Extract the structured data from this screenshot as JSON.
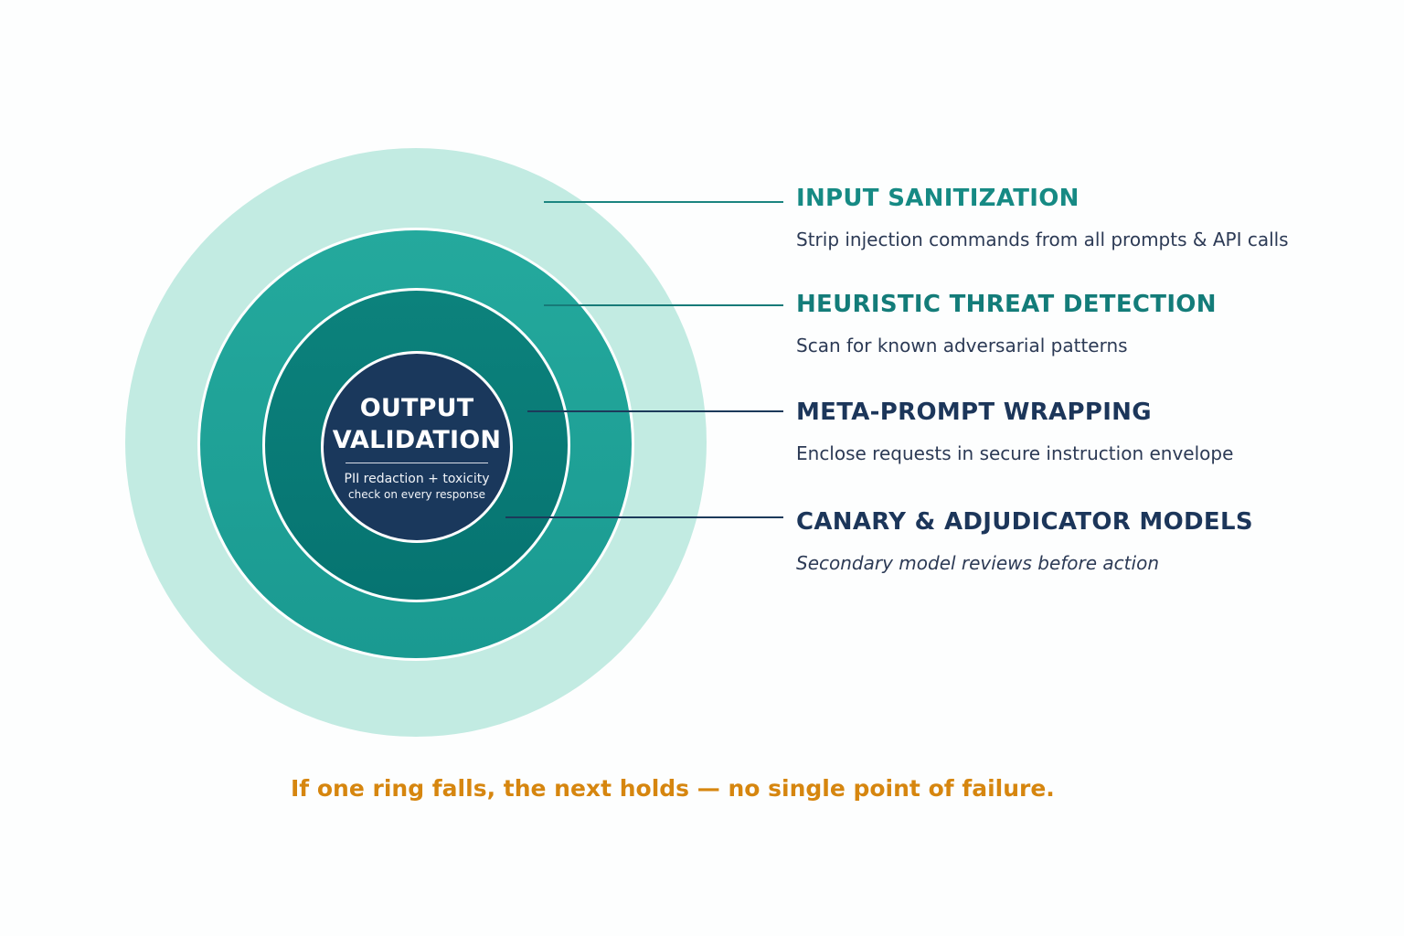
{
  "colors": {
    "background": "#fdfefe",
    "ring_outer": "#c2ebe2",
    "ring_2": "#1fa398",
    "ring_3": "#0a7c77",
    "core": "#1a385c",
    "teal_text": "#168a84",
    "navy_text": "#1c365a",
    "description_text": "#2c3a55",
    "footer_text": "#d6860f"
  },
  "core": {
    "title_line1": "OUTPUT",
    "title_line2": "VALIDATION",
    "desc_line1": "PII redaction + toxicity",
    "desc_line2": "check on every response"
  },
  "layers": [
    {
      "title": "INPUT SANITIZATION",
      "description": "Strip injection commands from all prompts & API calls",
      "title_color": "#168a84",
      "connector_color": "#1b8580"
    },
    {
      "title": "HEURISTIC THREAT DETECTION",
      "description": "Scan for known adversarial patterns",
      "title_color": "#137c79",
      "connector_color": "#177a78"
    },
    {
      "title": "META-PROMPT WRAPPING",
      "description": "Enclose requests in secure instruction envelope",
      "title_color": "#1c365a",
      "connector_color": "#1c3a5a"
    },
    {
      "title": "CANARY & ADJUDICATOR MODELS",
      "description": "Secondary model reviews before action",
      "title_color": "#1c365a",
      "connector_color": "#1c3a5a"
    }
  ],
  "footer": {
    "text": "If one ring falls, the next holds — no single point of failure."
  }
}
